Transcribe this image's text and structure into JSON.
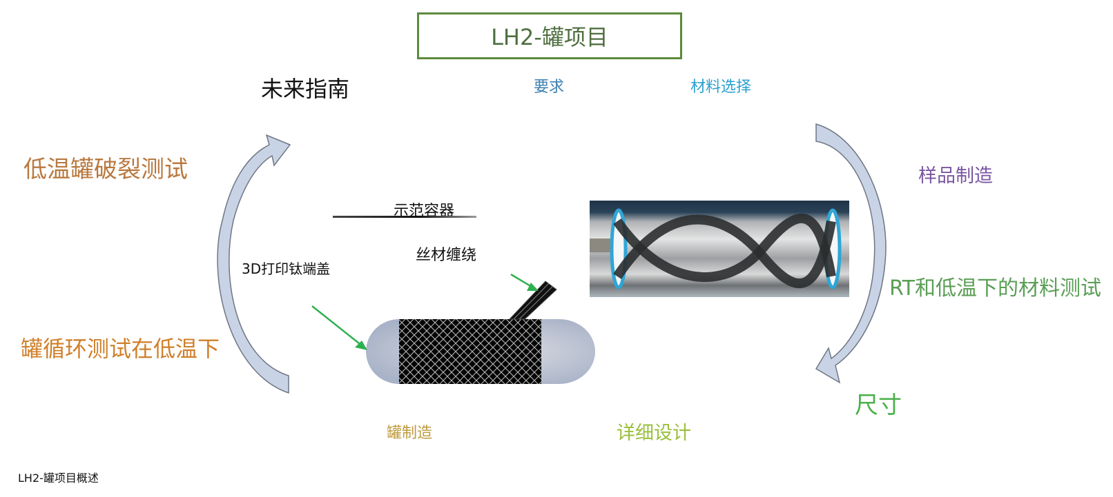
{
  "header": {
    "title": "LH2-罐项目"
  },
  "cycle": {
    "top_left": "未来指南",
    "top_center": "要求",
    "top_right": "材料选择",
    "right_upper": "样品制造",
    "right_middle": "RT和低温下的材料测试",
    "right_lower": "尺寸",
    "bottom_center": "详细设计",
    "bottom_left": "罐制造",
    "left_lower": "罐循环测试在低温下",
    "left_upper": "低温罐破裂测试"
  },
  "center": {
    "demo_vessel_label": "示范容器",
    "end_cap_label": "3D打印钛端盖",
    "filament_label": "丝材缠绕"
  },
  "colors": {
    "title_border": "#5b8a3c",
    "arrow_fill": "#c9d3e6",
    "arrow_stroke": "#6e7683",
    "pointer_green": "#2fb04f"
  },
  "footer": {
    "caption": "LH2-罐项目概述"
  }
}
